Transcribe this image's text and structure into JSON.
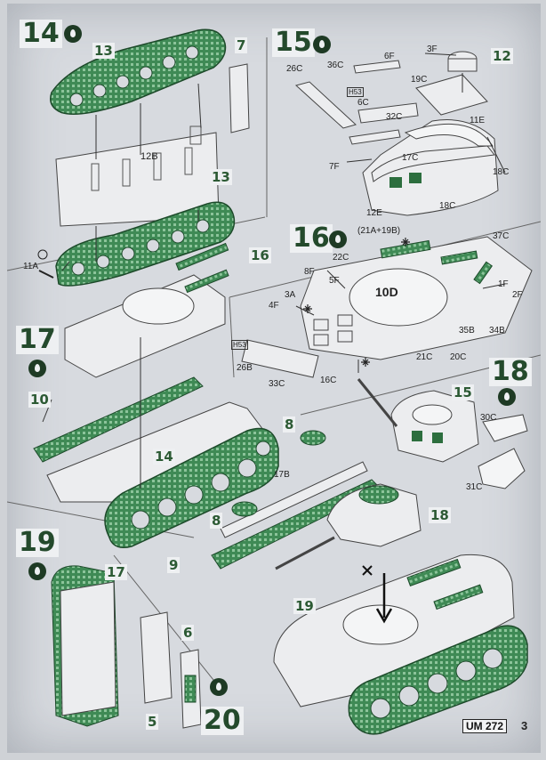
{
  "steps": {
    "s14": "14",
    "s15": "15",
    "s16": "16",
    "s17": "17",
    "s18": "18",
    "s19": "19",
    "s20": "20"
  },
  "callouts": {
    "c13a": "13",
    "c7": "7",
    "c13b": "13",
    "c12": "12",
    "c16": "16",
    "c10": "10",
    "c14": "14",
    "c8a": "8",
    "c8b": "8",
    "c9": "9",
    "c15": "15",
    "c18": "18",
    "c17": "17",
    "c19": "19",
    "c6": "6",
    "c5": "5"
  },
  "labels": {
    "p12B": "12B",
    "p11A": "11A",
    "p26C": "26C",
    "p36C": "36C",
    "p6F": "6F",
    "pH53a": "H53",
    "p6C": "6C",
    "p32C": "32C",
    "p3F": "3F",
    "p19C": "19C",
    "p11E": "11E",
    "p17C": "17C",
    "p18C": "18C",
    "p7F": "7F",
    "p12E": "12E",
    "p18C2": "18C",
    "p21A19B": "(21A+19B)",
    "p37C": "37C",
    "p22C": "22C",
    "p8F": "8F",
    "p5F": "5F",
    "p10D": "10D",
    "p1F": "1F",
    "p2F": "2F",
    "p3A": "3A",
    "p4F": "4F",
    "p35B": "35B",
    "p34B": "34B",
    "pH53b": "H53",
    "p26B": "26B",
    "p21C": "21C",
    "p20C": "20C",
    "p33C": "33C",
    "p16C": "16C",
    "p30C": "30C",
    "p31C": "31C",
    "p17B": "17B"
  },
  "footer": {
    "code": "UM 272",
    "page": "3"
  }
}
